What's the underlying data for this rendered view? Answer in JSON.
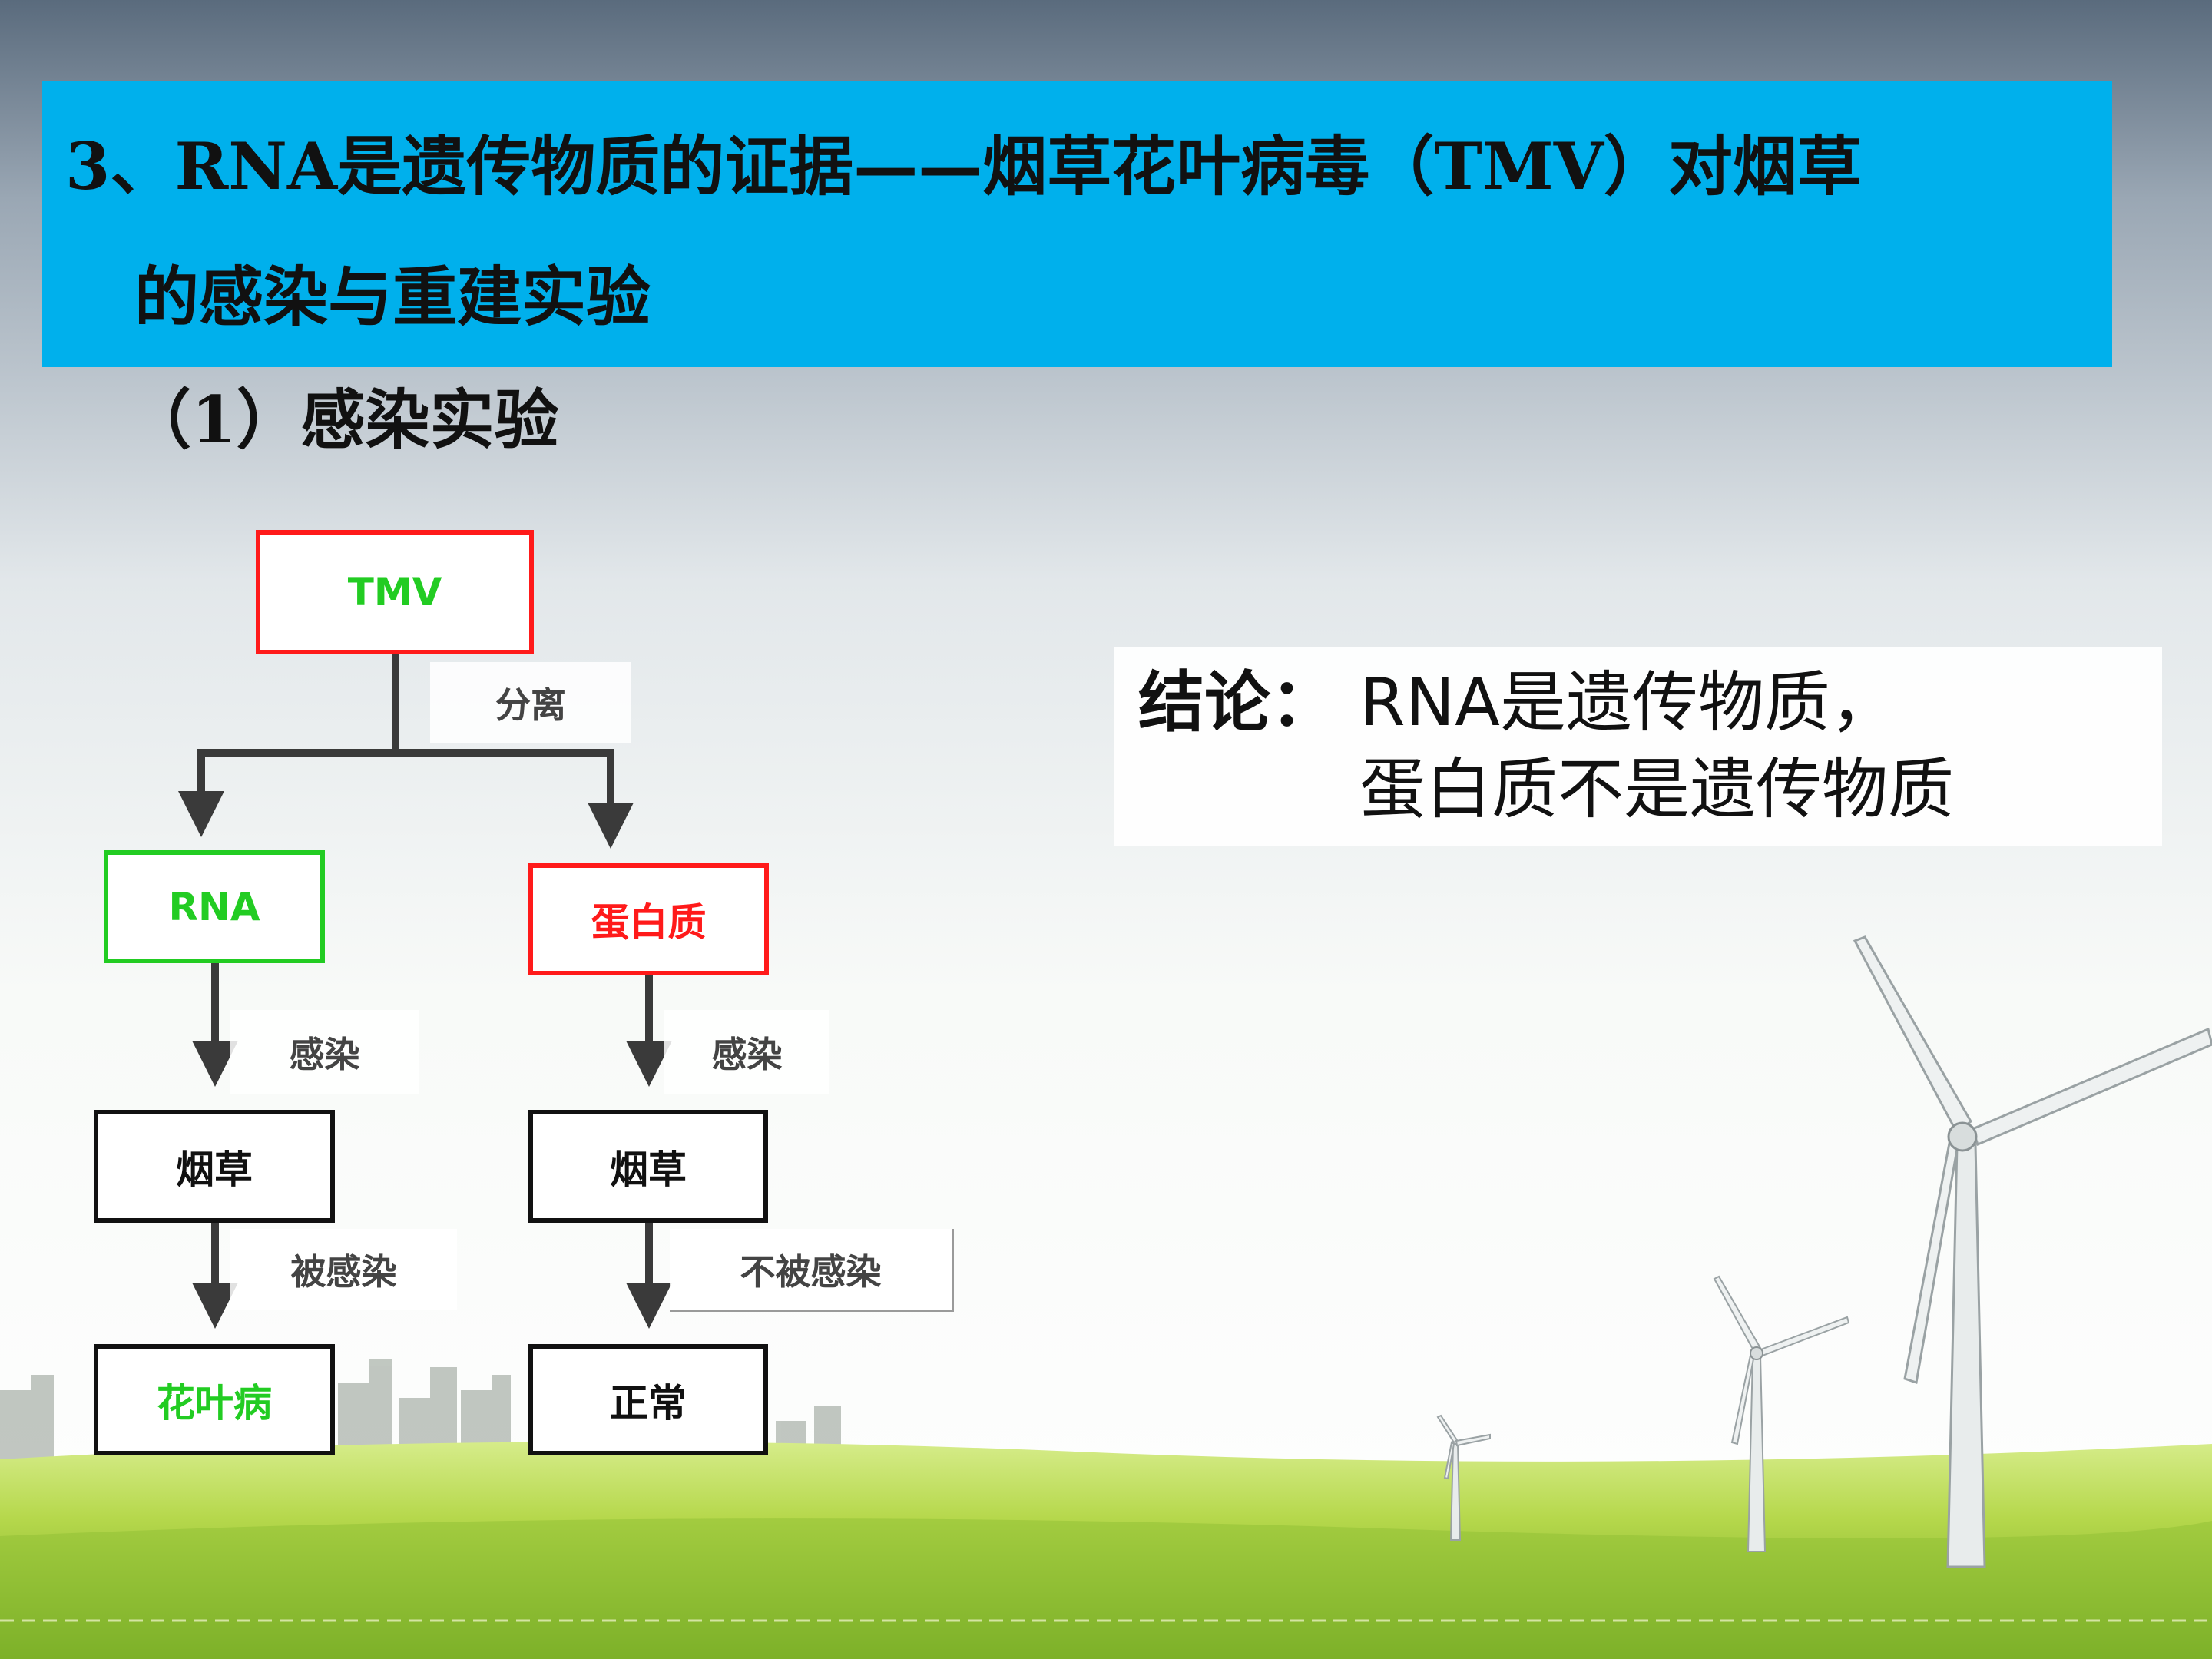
{
  "title": {
    "line1": "3、RNA是遗传物质的证据——烟草花叶病毒（TMV）对烟草",
    "line2": "的感染与重建实验"
  },
  "subtitle": "（1）感染实验",
  "diagram": {
    "nodes": {
      "tmv": "TMV",
      "rna": "RNA",
      "protein": "蛋白质",
      "tobacco_left": "烟草",
      "tobacco_right": "烟草",
      "mosaic": "花叶病",
      "normal": "正常"
    },
    "edges": {
      "separate": "分离",
      "infect_left": "感染",
      "infect_right": "感染",
      "infected": "被感染",
      "not_infected": "不被感染"
    }
  },
  "conclusion": {
    "head": "结论：",
    "line1": "RNA是遗传物质，",
    "line2": "蛋白质不是遗传物质"
  },
  "colors": {
    "banner": "#00b0ec",
    "red": "#ff1a1a",
    "green": "#22cc22",
    "arrow": "#3a3a3a"
  }
}
